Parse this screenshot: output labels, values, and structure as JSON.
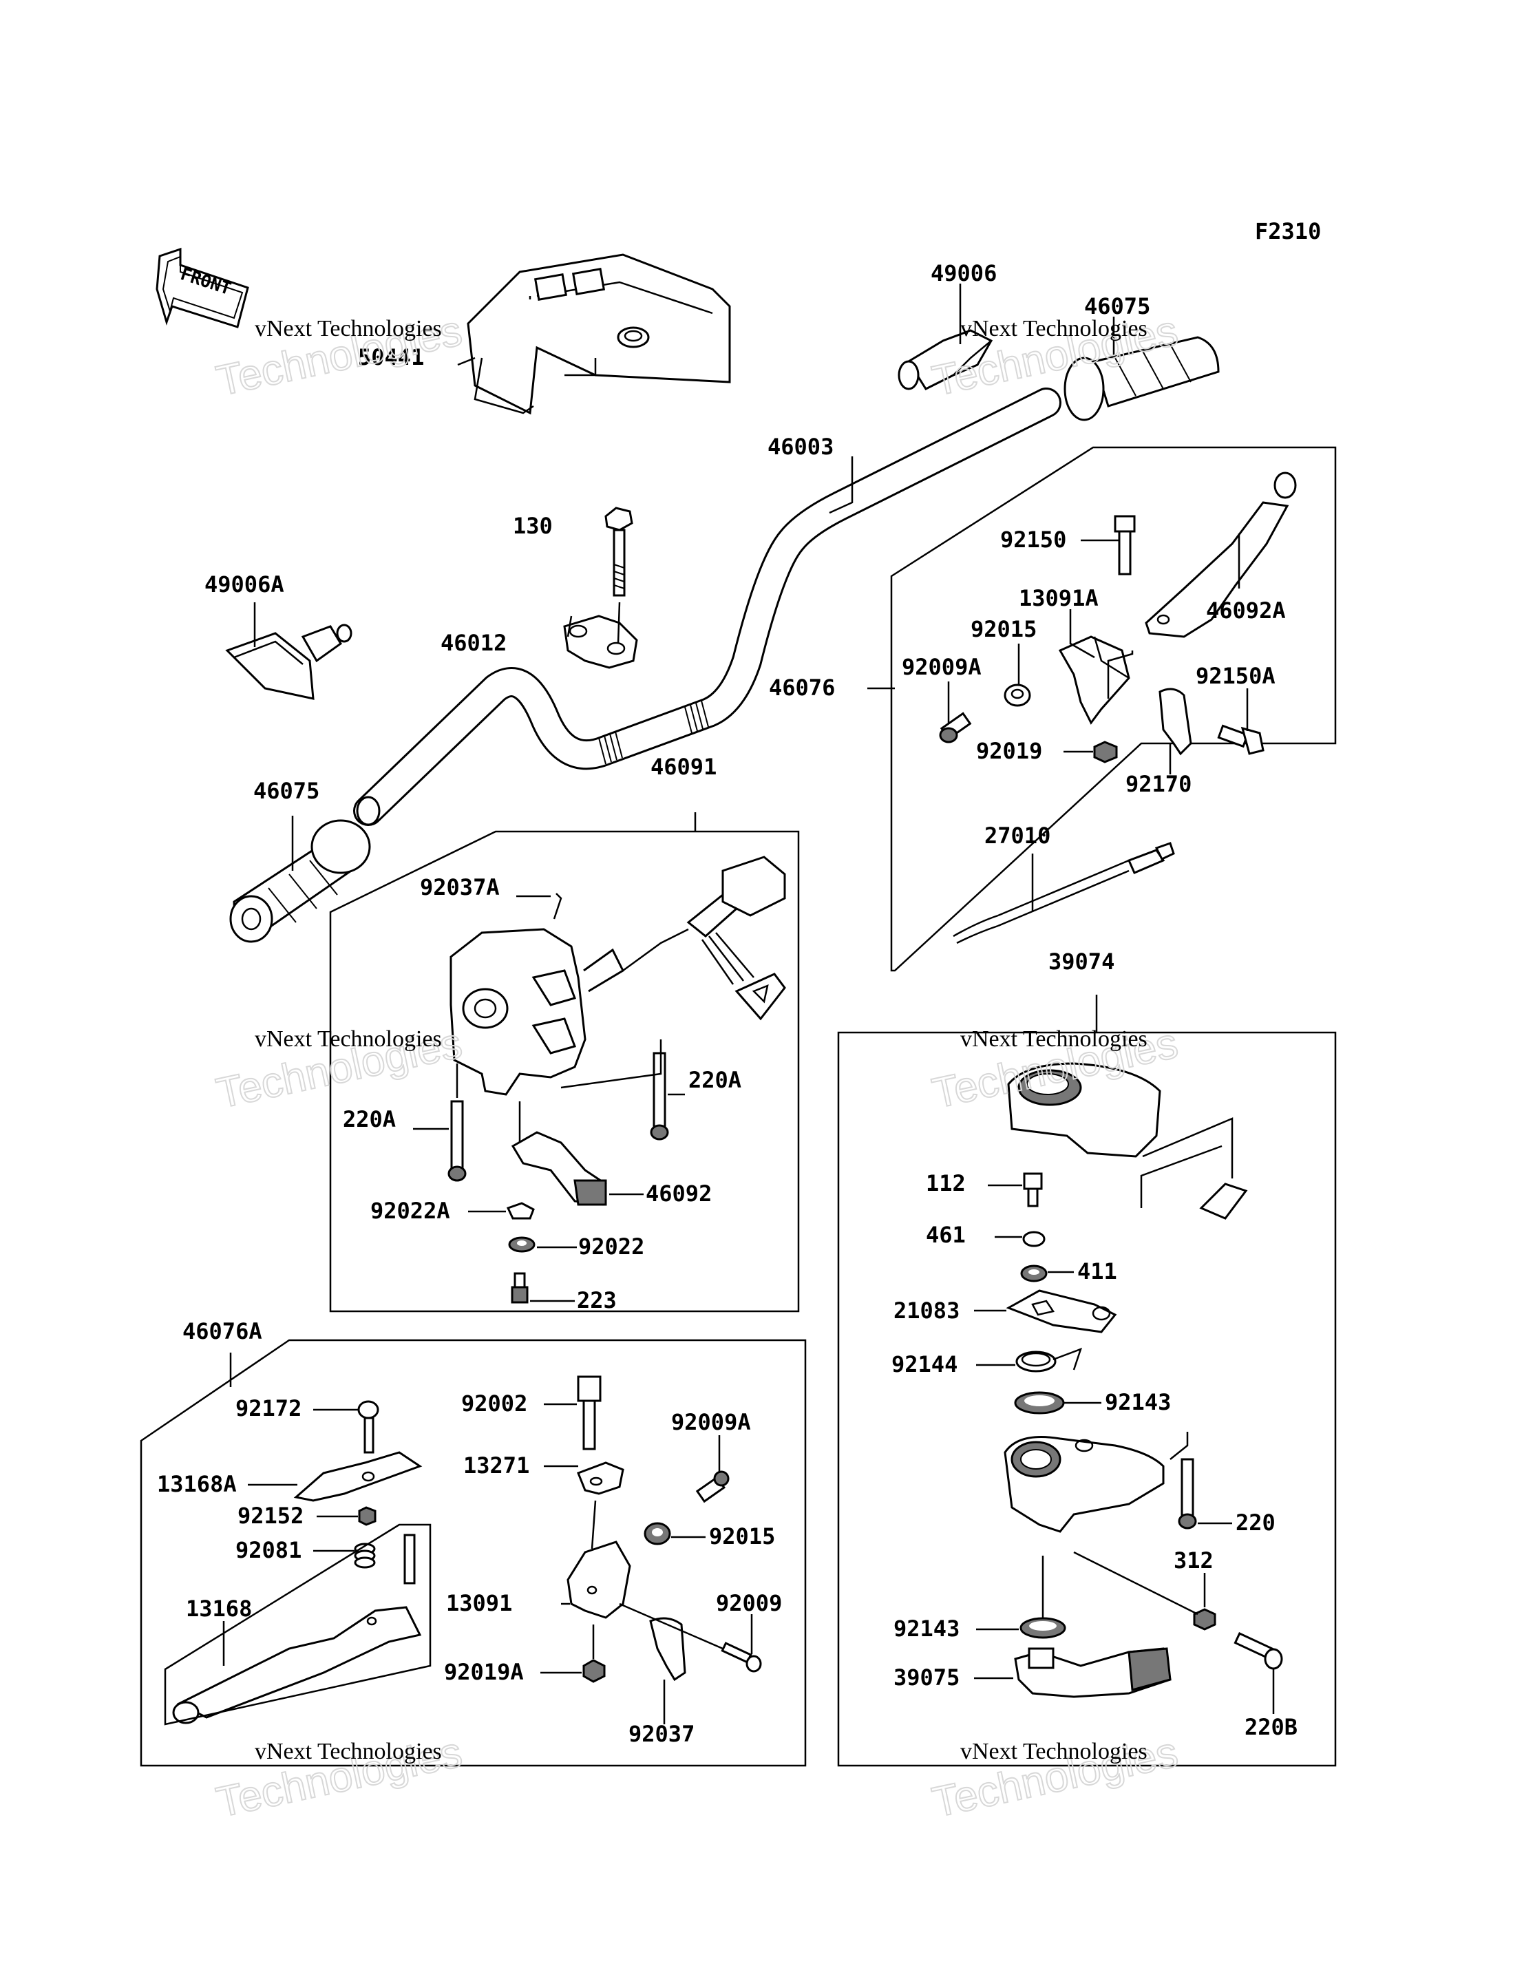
{
  "figure_code": "F2310",
  "front_label": "FRONT",
  "watermark": {
    "line1": "vNext Technologies",
    "line2": "Technologies"
  },
  "callouts": [
    {
      "id": "p50441",
      "text": "50441"
    },
    {
      "id": "p49006",
      "text": "49006"
    },
    {
      "id": "p46075a",
      "text": "46075"
    },
    {
      "id": "p46003",
      "text": "46003"
    },
    {
      "id": "p130",
      "text": "130"
    },
    {
      "id": "p92150",
      "text": "92150"
    },
    {
      "id": "p49006A",
      "text": "49006A"
    },
    {
      "id": "p13091A",
      "text": "13091A"
    },
    {
      "id": "p46092A",
      "text": "46092A"
    },
    {
      "id": "p92015a",
      "text": "92015"
    },
    {
      "id": "p46012",
      "text": "46012"
    },
    {
      "id": "p92009Aa",
      "text": "92009A"
    },
    {
      "id": "p92150A",
      "text": "92150A"
    },
    {
      "id": "p46076",
      "text": "46076"
    },
    {
      "id": "p92019",
      "text": "92019"
    },
    {
      "id": "p92170",
      "text": "92170"
    },
    {
      "id": "p46091",
      "text": "46091"
    },
    {
      "id": "p46075b",
      "text": "46075"
    },
    {
      "id": "p27010",
      "text": "27010"
    },
    {
      "id": "p92037A",
      "text": "92037A"
    },
    {
      "id": "p39074",
      "text": "39074"
    },
    {
      "id": "p220Aa",
      "text": "220A"
    },
    {
      "id": "p220Ab",
      "text": "220A"
    },
    {
      "id": "p92022A",
      "text": "92022A"
    },
    {
      "id": "p46092",
      "text": "46092"
    },
    {
      "id": "p112",
      "text": "112"
    },
    {
      "id": "p461",
      "text": "461"
    },
    {
      "id": "p411",
      "text": "411"
    },
    {
      "id": "p92022",
      "text": "92022"
    },
    {
      "id": "p223",
      "text": "223"
    },
    {
      "id": "p21083",
      "text": "21083"
    },
    {
      "id": "p46076A",
      "text": "46076A"
    },
    {
      "id": "p92144",
      "text": "92144"
    },
    {
      "id": "p92143a",
      "text": "92143"
    },
    {
      "id": "p92172",
      "text": "92172"
    },
    {
      "id": "p92002",
      "text": "92002"
    },
    {
      "id": "p92009Ab",
      "text": "92009A"
    },
    {
      "id": "p13271",
      "text": "13271"
    },
    {
      "id": "p13168A",
      "text": "13168A"
    },
    {
      "id": "p220",
      "text": "220"
    },
    {
      "id": "p92152",
      "text": "92152"
    },
    {
      "id": "p92015b",
      "text": "92015"
    },
    {
      "id": "p312",
      "text": "312"
    },
    {
      "id": "p92081",
      "text": "92081"
    },
    {
      "id": "p92009",
      "text": "92009"
    },
    {
      "id": "p13168",
      "text": "13168"
    },
    {
      "id": "p13091",
      "text": "13091"
    },
    {
      "id": "p92143b",
      "text": "92143"
    },
    {
      "id": "p39075",
      "text": "39075"
    },
    {
      "id": "p92019A",
      "text": "92019A"
    },
    {
      "id": "p92037",
      "text": "92037"
    },
    {
      "id": "p220B",
      "text": "220B"
    }
  ]
}
